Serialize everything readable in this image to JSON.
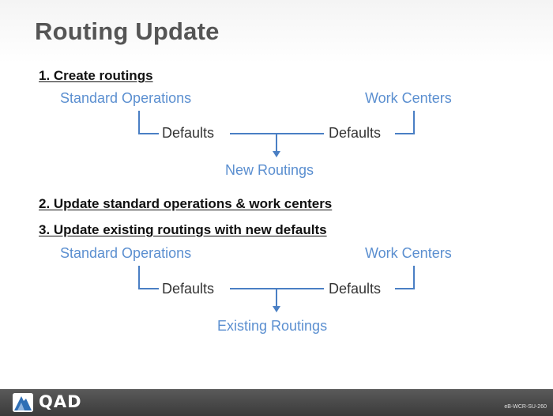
{
  "title": "Routing Update",
  "steps": [
    "1. Create routings",
    "2. Update standard operations & work centers",
    "3. Update existing routings with new defaults"
  ],
  "diagram1": {
    "left": "Standard Operations",
    "right": "Work Centers",
    "left_defaults": "Defaults",
    "right_defaults": "Defaults",
    "result": "New Routings"
  },
  "diagram2": {
    "left": "Standard Operations",
    "right": "Work Centers",
    "left_defaults": "Defaults",
    "right_defaults": "Defaults",
    "result": "Existing Routings"
  },
  "footer": {
    "logo_text": "QAD",
    "slide_code": "eB-WCR-SU-260"
  },
  "colors": {
    "accent_blue": "#5b8fd0",
    "title_gray": "#555555",
    "footer_bg": "#4a4a4a"
  },
  "icons": {
    "logo": "qad-logo-icon"
  }
}
